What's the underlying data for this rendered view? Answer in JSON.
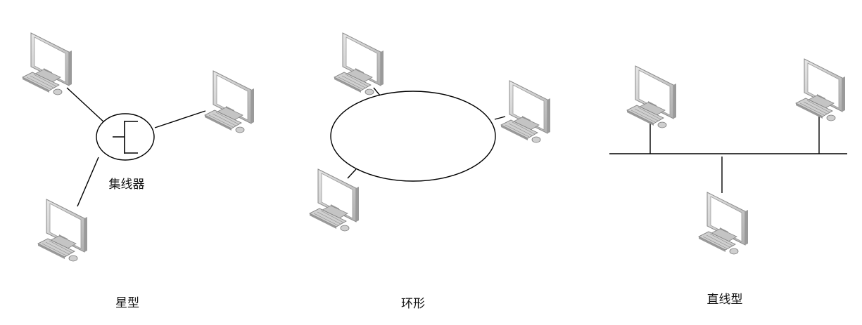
{
  "diagram": {
    "hub_label": "集线器",
    "captions": {
      "star": "星型",
      "ring": "环形",
      "bus": "直线型"
    }
  },
  "icons": {
    "computer": "computer-icon",
    "hub": "hub-icon"
  },
  "colors": {
    "line": "#000000",
    "monitor_body": "#d4d4d4",
    "monitor_edge": "#8a8a8a",
    "screen": "#ffffff"
  }
}
